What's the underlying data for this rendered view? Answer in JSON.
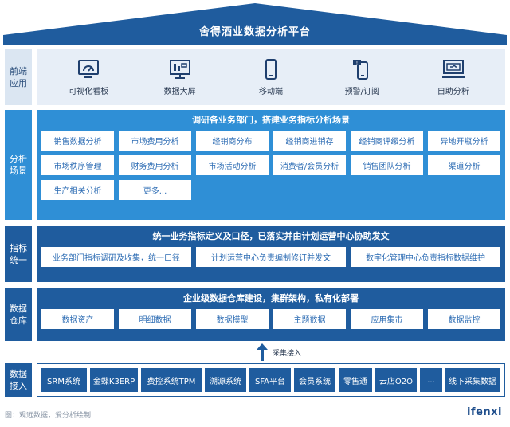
{
  "title": "舍得酒业数据分析平台",
  "frontend": {
    "label": "前端应用",
    "items": [
      {
        "label": "可视化看板",
        "icon": "dashboard-icon"
      },
      {
        "label": "数据大屏",
        "icon": "big-screen-icon"
      },
      {
        "label": "移动端",
        "icon": "mobile-icon"
      },
      {
        "label": "预警/订阅",
        "icon": "alert-subscribe-icon"
      },
      {
        "label": "自助分析",
        "icon": "self-service-analysis-icon"
      }
    ]
  },
  "analysis": {
    "label": "分析场景",
    "heading": "调研各业务部门，搭建业务指标分析场景",
    "row1": [
      "销售数据分析",
      "市场费用分析",
      "经销商分布",
      "经销商进销存",
      "经销商评级分析",
      "异地开瓶分析"
    ],
    "row2": [
      "市场秩序管理",
      "财务费用分析",
      "市场活动分析",
      "消费者/会员分析",
      "销售团队分析",
      "渠道分析"
    ],
    "row3": [
      "生产相关分析",
      "更多..."
    ]
  },
  "metrics": {
    "label": "指标统一",
    "heading": "统一业务指标定义及口径，已落实并由计划运营中心协助发文",
    "items": [
      "业务部门指标调研及收集，统一口径",
      "计划运营中心负责编制修订并发文",
      "数字化管理中心负责指标数据维护"
    ]
  },
  "warehouse": {
    "label": "数据仓库",
    "heading": "企业级数据仓库建设，集群架构，私有化部署",
    "items": [
      "数据资产",
      "明细数据",
      "数据模型",
      "主题数据",
      "应用集市",
      "数据监控"
    ]
  },
  "collect_label": "采集接入",
  "sources": {
    "label": "数据接入",
    "items": [
      "SRM系统",
      "金蝶K3ERP",
      "费控系统TPM",
      "溯源系统",
      "SFA平台",
      "会员系统",
      "零售通",
      "云店O2O",
      "...",
      "线下采集数据"
    ]
  },
  "footer_note": "图：观远数据，爱分析绘制",
  "brand": "ifenxi",
  "colors": {
    "dark_blue": "#1f5c9e",
    "mid_blue": "#2f8fd6",
    "light_bg": "#e7eef7"
  }
}
